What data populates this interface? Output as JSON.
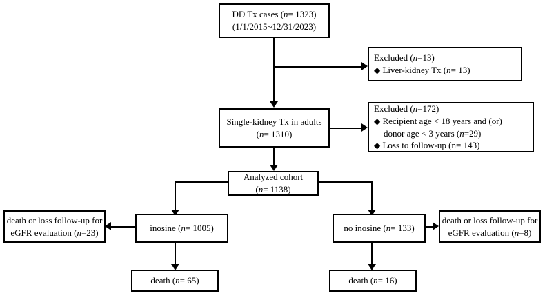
{
  "diagram": {
    "type": "study-flow-diagram",
    "nodes": {
      "dd_tx_cases": {
        "line1": "DD Tx cases (n= 1323)",
        "line2": "(1/1/2015~12/31/2023)"
      },
      "excluded_13": {
        "line1": "Excluded (n=13)",
        "line2": "◆ Liver-kidney Tx (n= 13)"
      },
      "single_kidney": {
        "line1": "Single-kidney Tx in adults",
        "line2": "(n= 1310)"
      },
      "excluded_172": {
        "line1": "Excluded (n=172)",
        "line2": "◆ Recipient age < 18 years and (or)",
        "line3": "donor age < 3 years (n=29)",
        "line4": "◆ Loss to follow-up (n= 143)"
      },
      "analyzed_cohort": {
        "line1": "Analyzed cohort",
        "line2": "(n= 1138)"
      },
      "inosine": {
        "line1": "inosine (n= 1005)"
      },
      "no_inosine": {
        "line1": "no inosine (n= 133)"
      },
      "egfr_left": {
        "line1": "death or loss follow-up for",
        "line2": "eGFR evaluation (n=23)"
      },
      "egfr_right": {
        "line1": "death or loss follow-up for",
        "line2": "eGFR evaluation (n=8)"
      },
      "death_left": {
        "line1": "death (n= 65)"
      },
      "death_right": {
        "line1": "death (n= 16)"
      }
    },
    "counts": {
      "dd_tx_cases": 1323,
      "excluded_liver_kidney": 13,
      "single_kidney_adults": 1310,
      "excluded_total": 172,
      "excluded_age": 29,
      "excluded_loss_followup": 143,
      "analyzed_cohort": 1138,
      "inosine": 1005,
      "no_inosine": 133,
      "egfr_excluded_inosine": 23,
      "egfr_excluded_no_inosine": 8,
      "death_inosine": 65,
      "death_no_inosine": 16
    },
    "date_range": "1/1/2015~12/31/2023",
    "colors": {
      "stroke": "#000000",
      "fill": "#ffffff",
      "text": "#000000"
    }
  }
}
